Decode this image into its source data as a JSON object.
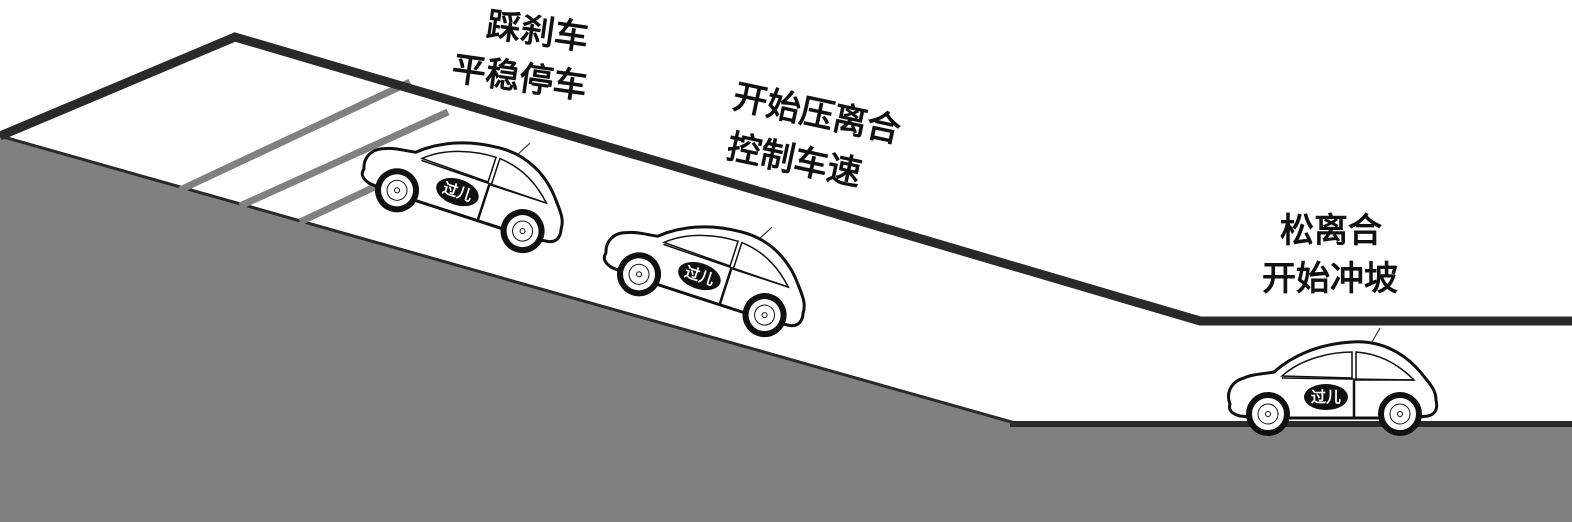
{
  "diagram": {
    "title": "",
    "colors": {
      "ground": "#808080",
      "road_edge": "#2a2a2a",
      "parking_stripe": "#808080",
      "background": "#ffffff",
      "text": "#111111"
    },
    "labels": [
      {
        "id": "brake",
        "lines": [
          "踩刹车",
          "平稳停车"
        ]
      },
      {
        "id": "clutch",
        "lines": [
          "开始压离合",
          "控制车速"
        ]
      },
      {
        "id": "release",
        "lines": [
          "松离合",
          "开始冲坡"
        ]
      }
    ],
    "cars": [
      {
        "id": "car-top",
        "badge": "过儿",
        "stage": "stopped on slope"
      },
      {
        "id": "car-middle",
        "badge": "过儿",
        "stage": "descending/controlling speed"
      },
      {
        "id": "car-bottom",
        "badge": "过儿",
        "stage": "on flat, starting to climb"
      }
    ],
    "parking_stripes": 3
  }
}
